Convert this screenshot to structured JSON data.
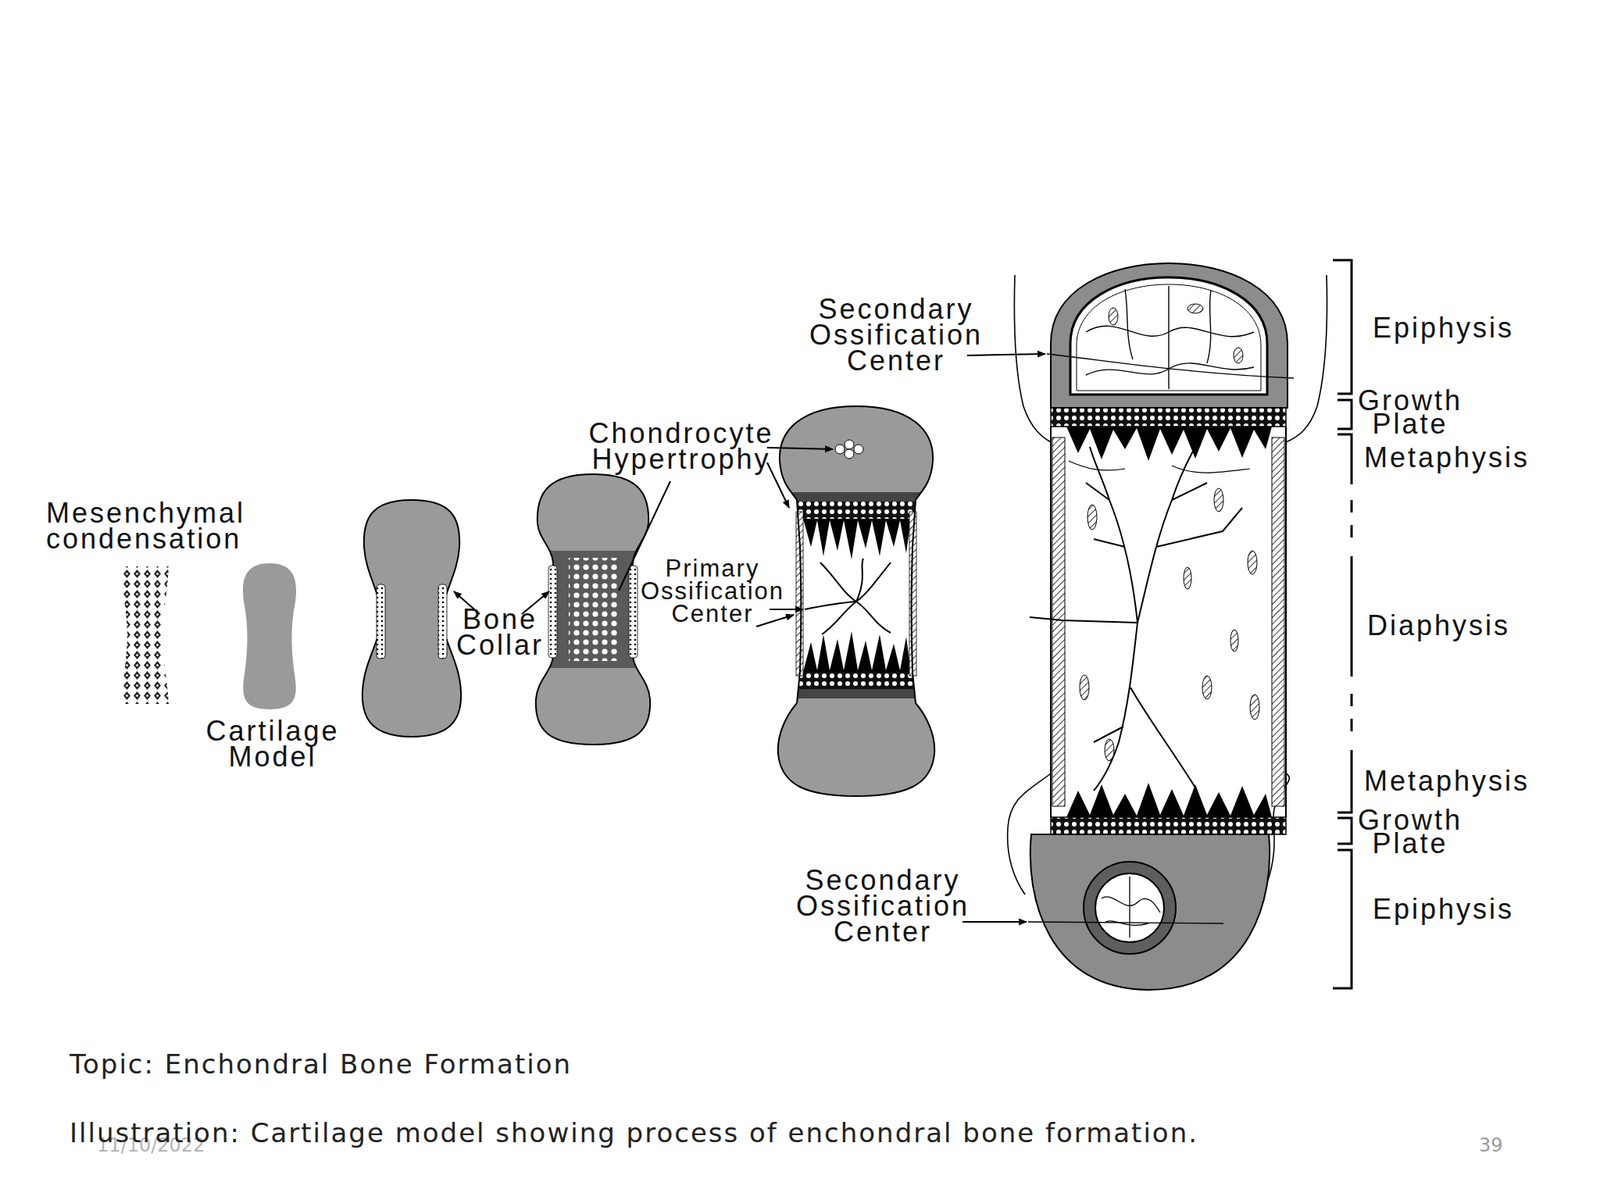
{
  "diagram": {
    "caption": "Illustration: Cartilage model showing process of enchondral bone formation.",
    "labels": [
      "Mesenchymal condensation",
      "Cartilage Model",
      "Bone Collar",
      "Chondrocyte Hypertrophy",
      "Primary Ossification Center",
      "Secondary Ossification Center",
      "Epiphysis",
      "Growth Plate",
      "Metaphysis",
      "Diaphysis",
      "Metaphysis",
      "Growth Plate",
      "Epiphysis",
      "Secondary Ossification Center",
      "Topic: Enchondral Bone Formation",
      "11/10/2022",
      "39"
    ]
  }
}
